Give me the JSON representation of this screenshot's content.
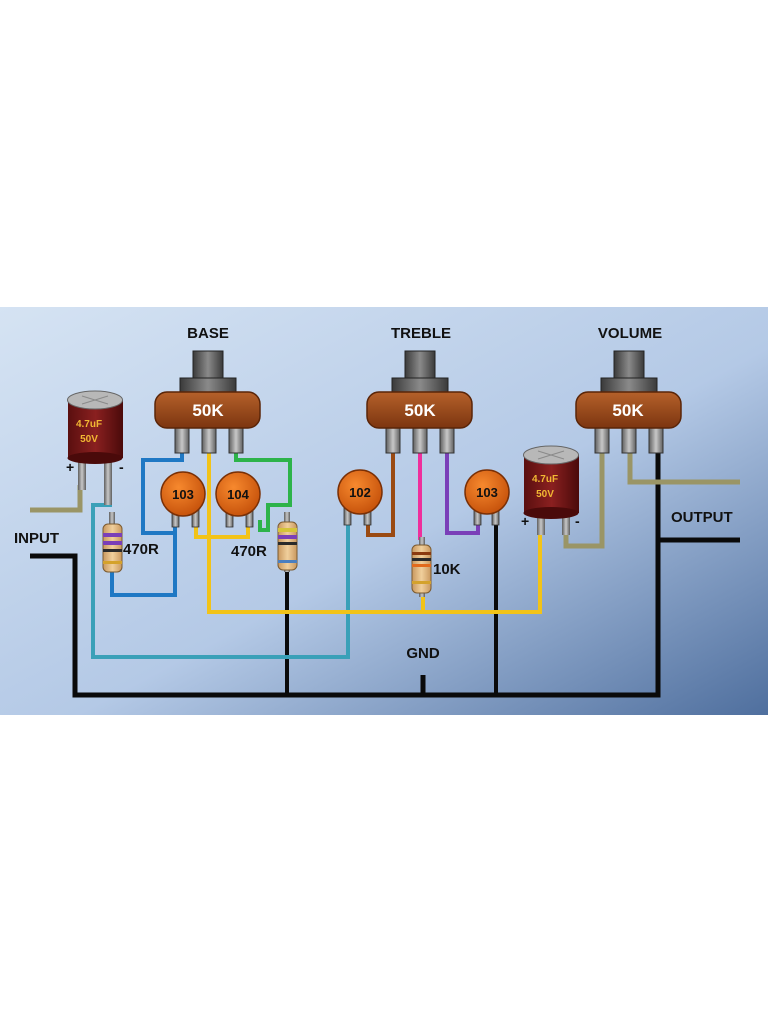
{
  "diagram": {
    "labels": {
      "base": "BASE",
      "treble": "TREBLE",
      "volume": "VOLUME",
      "input": "INPUT",
      "output": "OUTPUT",
      "gnd": "GND"
    },
    "pots": {
      "base": "50K",
      "treble": "50K",
      "volume": "50K"
    },
    "ceramic_caps": {
      "base_left": "103",
      "base_right": "104",
      "treble_left": "102",
      "treble_right": "103"
    },
    "resistors": {
      "input": "470R",
      "base": "470R",
      "treble": "10K"
    },
    "electrolytic_caps": {
      "input": {
        "value": "4.7uF",
        "voltage": "50V",
        "plus": "+",
        "minus": "-"
      },
      "output": {
        "value": "4.7uF",
        "voltage": "50V",
        "plus": "+",
        "minus": "-"
      }
    },
    "colors": {
      "background_light": "#c6d8ee",
      "background_dark": "#5a7aa6",
      "pot_body": "#9c4a1c",
      "ceramic_cap": "#e2620f",
      "electrolytic": "#7a1a1a",
      "wire_black": "#0a0a0a",
      "wire_yellow": "#f2c318",
      "wire_blue": "#1f78c4",
      "wire_teal": "#3aa0b8",
      "wire_green": "#2db34a",
      "wire_brown": "#9a4a12",
      "wire_pink": "#ee2f9c",
      "wire_purple": "#7a3fb8",
      "wire_khaki": "#9a9566"
    }
  }
}
